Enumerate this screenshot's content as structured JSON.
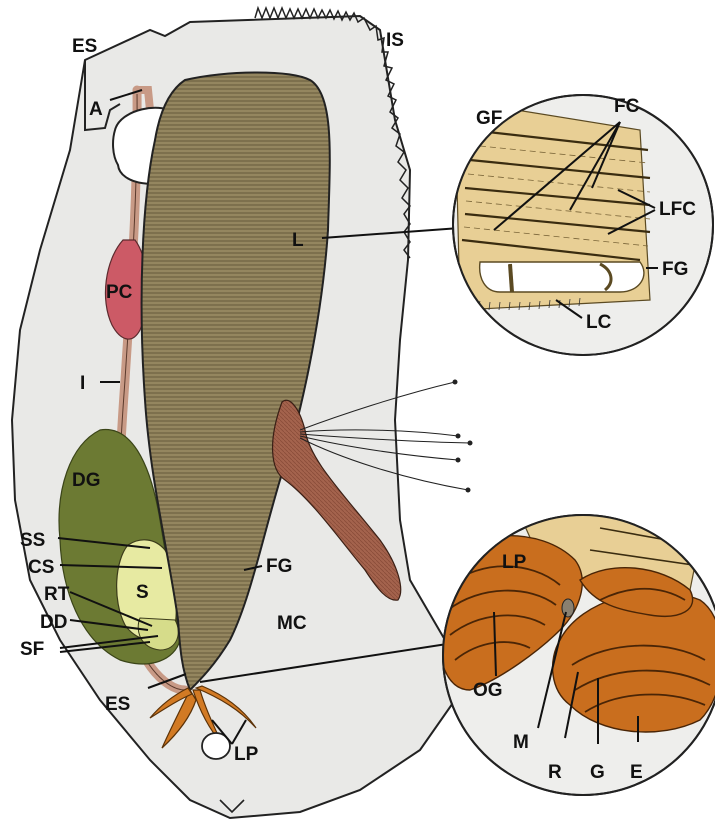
{
  "labels": {
    "es_top": "ES",
    "is": "IS",
    "a": "A",
    "pc": "PC",
    "l": "L",
    "i": "I",
    "dg": "DG",
    "ss": "SS",
    "cs": "CS",
    "s": "S",
    "rt": "RT",
    "dd": "DD",
    "sf": "SF",
    "es_bottom": "ES",
    "lp": "LP",
    "fg": "FG",
    "mc": "MC"
  },
  "inset_top": {
    "gf": "GF",
    "fc": "FC",
    "lfc": "LFC",
    "fg": "FG",
    "lc": "LC"
  },
  "inset_bottom": {
    "lp": "LP",
    "og": "OG",
    "m": "M",
    "r": "R",
    "g": "G",
    "e": "E"
  },
  "colors": {
    "body": "#e9e9e7",
    "lamina": "#8d7f58",
    "lamina_stripe": "#6e6244",
    "intestine": "#c89a86",
    "pc": "#cc5a66",
    "digestive_gland": "#6c7a33",
    "stomach": "#e7eaa2",
    "tentacle": "#a4634d",
    "papillae": "#d27a24",
    "inset_top_fill": "#e8cf95",
    "inset_bottom_fill": "#c96e1e"
  }
}
